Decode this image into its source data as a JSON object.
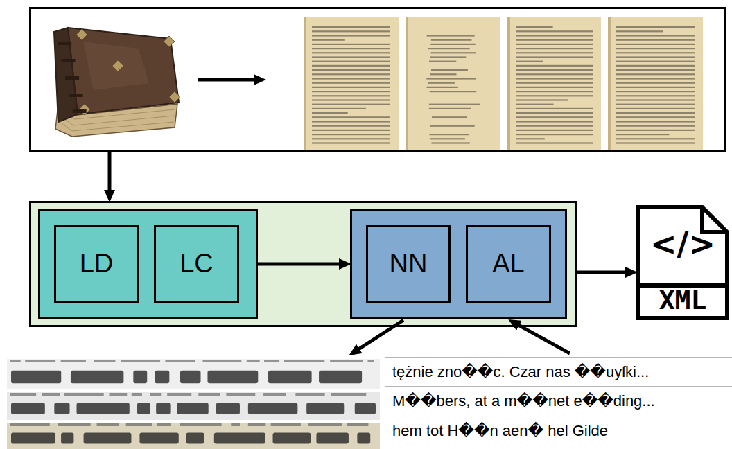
{
  "diagram": {
    "nodes": [
      {
        "text": []
      },
      {
        "text": []
      },
      {
        "text": [],
        "in": 1
      },
      {
        "text": [
          "LD"
        ],
        "in": 2
      },
      {
        "text": [
          "LC"
        ],
        "in": 2
      },
      {
        "text": [],
        "in": 1
      },
      {
        "text": [
          "NN"
        ],
        "in": 5
      },
      {
        "text": [
          "AL"
        ],
        "in": 5
      },
      {
        "text": [
          "</>",
          "XML"
        ]
      }
    ],
    "edges": [
      {
        "from": 0,
        "to": 1,
        "arrow": "to"
      },
      {
        "from": 2,
        "to": 5,
        "arrow": "to"
      },
      {
        "from": 1,
        "to": 8,
        "arrow": "to"
      }
    ],
    "labels": [
      "tężnie zno��c. Czar nas ��uyſki...",
      "M��bers, at a m��net e��ding...",
      "hem tot H��n aen� hel Gilde"
    ]
  }
}
